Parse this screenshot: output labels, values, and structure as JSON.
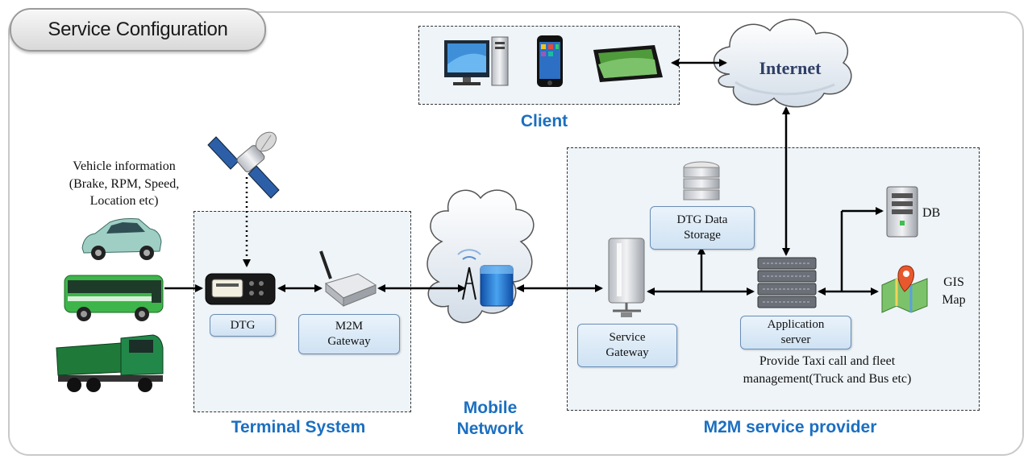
{
  "title": "Service Configuration",
  "client": {
    "label": "Client"
  },
  "internet": {
    "label": "Internet"
  },
  "vehicle_info": {
    "line1": "Vehicle information",
    "line2": "(Brake, RPM, Speed,",
    "line3": "Location etc)"
  },
  "terminal": {
    "label": "Terminal System",
    "dtg": "DTG",
    "m2m_gateway_l1": "M2M",
    "m2m_gateway_l2": "Gateway"
  },
  "mobile_network": {
    "line1": "Mobile",
    "line2": "Network"
  },
  "provider": {
    "label": "M2M service provider",
    "storage_l1": "DTG Data",
    "storage_l2": "Storage",
    "service_gateway_l1": "Service",
    "service_gateway_l2": "Gateway",
    "app_server_l1": "Application",
    "app_server_l2": "server",
    "note_l1": "Provide Taxi call  and fleet",
    "note_l2": "management(Truck and Bus etc)",
    "db": "DB",
    "gis_l1": "GIS",
    "gis_l2": "Map"
  },
  "colors": {
    "accent_blue": "#1b6fc0",
    "box_fill": "#eef4f8",
    "label_fill": "#cfe2f3"
  },
  "icons": [
    "desktop-icon",
    "smartphone-icon",
    "tablet-icon",
    "satellite-icon",
    "car-icon",
    "bus-icon",
    "truck-icon",
    "dtg-device-icon",
    "router-icon",
    "cell-tower-icon",
    "server-gateway-icon",
    "database-icon",
    "app-server-icon",
    "db-server-icon",
    "gis-map-icon",
    "cloud-icon"
  ]
}
